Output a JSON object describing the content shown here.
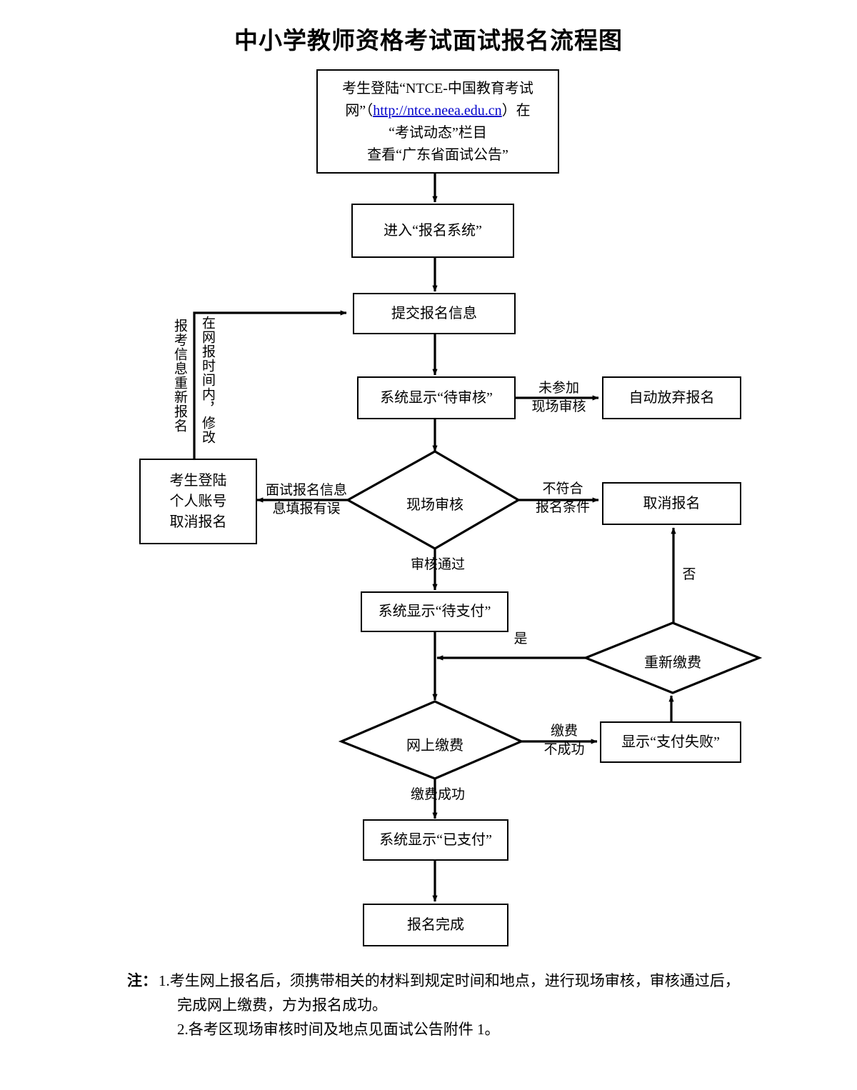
{
  "title": "中小学教师资格考试面试报名流程图",
  "colors": {
    "stroke": "#000000",
    "background": "#ffffff",
    "link": "#0000cc"
  },
  "nodes": {
    "start": {
      "shape": "box",
      "lines": [
        "考生登陆“NTCE-中国教育考试",
        "网”（",
        "http://ntce.neea.edu.cn",
        "）在",
        "“考试动态”栏目",
        "查看“广东省面试公告”"
      ],
      "url_text": "http://ntce.neea.edu.cn"
    },
    "enter_system": {
      "shape": "box",
      "label": "进入“报名系统”"
    },
    "submit_info": {
      "shape": "box",
      "label": "提交报名信息"
    },
    "pending_review": {
      "shape": "box",
      "label": "系统显示“待审核”"
    },
    "auto_give_up": {
      "shape": "box",
      "label": "自动放弃报名"
    },
    "onsite_review": {
      "shape": "diamond",
      "label": "现场审核"
    },
    "cancel_registration": {
      "shape": "box",
      "label": "取消报名"
    },
    "login_cancel": {
      "shape": "box",
      "lines": [
        "考生登陆",
        "个人账号",
        "取消报名"
      ]
    },
    "pending_payment": {
      "shape": "box",
      "label": "系统显示“待支付”"
    },
    "repay": {
      "shape": "diamond",
      "label": "重新缴费"
    },
    "online_payment": {
      "shape": "diamond",
      "label": "网上缴费"
    },
    "payment_failed": {
      "shape": "box",
      "label": "显示“支付失败”"
    },
    "paid": {
      "shape": "box",
      "label": "系统显示“已支付”"
    },
    "registration_done": {
      "shape": "box",
      "label": "报名完成"
    }
  },
  "edge_labels": {
    "not_attend_onsite": [
      "未参加",
      "现场审核"
    ],
    "info_error": [
      "面试报名信息",
      "息填报有误"
    ],
    "not_qualified": [
      "不符合",
      "报名条件"
    ],
    "review_passed": "审核通过",
    "repay_no": "否",
    "repay_yes": "是",
    "payment_failed_label": [
      "缴费",
      "不成功"
    ],
    "payment_success": "缴费成功"
  },
  "vertical_labels": {
    "reapply": "报考信息重新报名",
    "modify_in_window": "在网报时间内，修改"
  },
  "notes": {
    "label": "注：",
    "item1_line1": "1.考生网上报名后，须携带相关的材料到规定时间和地点，进行现场审核，审核通过后，",
    "item1_line2": "完成网上缴费，方为报名成功。",
    "item2": "2.各考区现场审核时间及地点见面试公告附件 1。"
  }
}
